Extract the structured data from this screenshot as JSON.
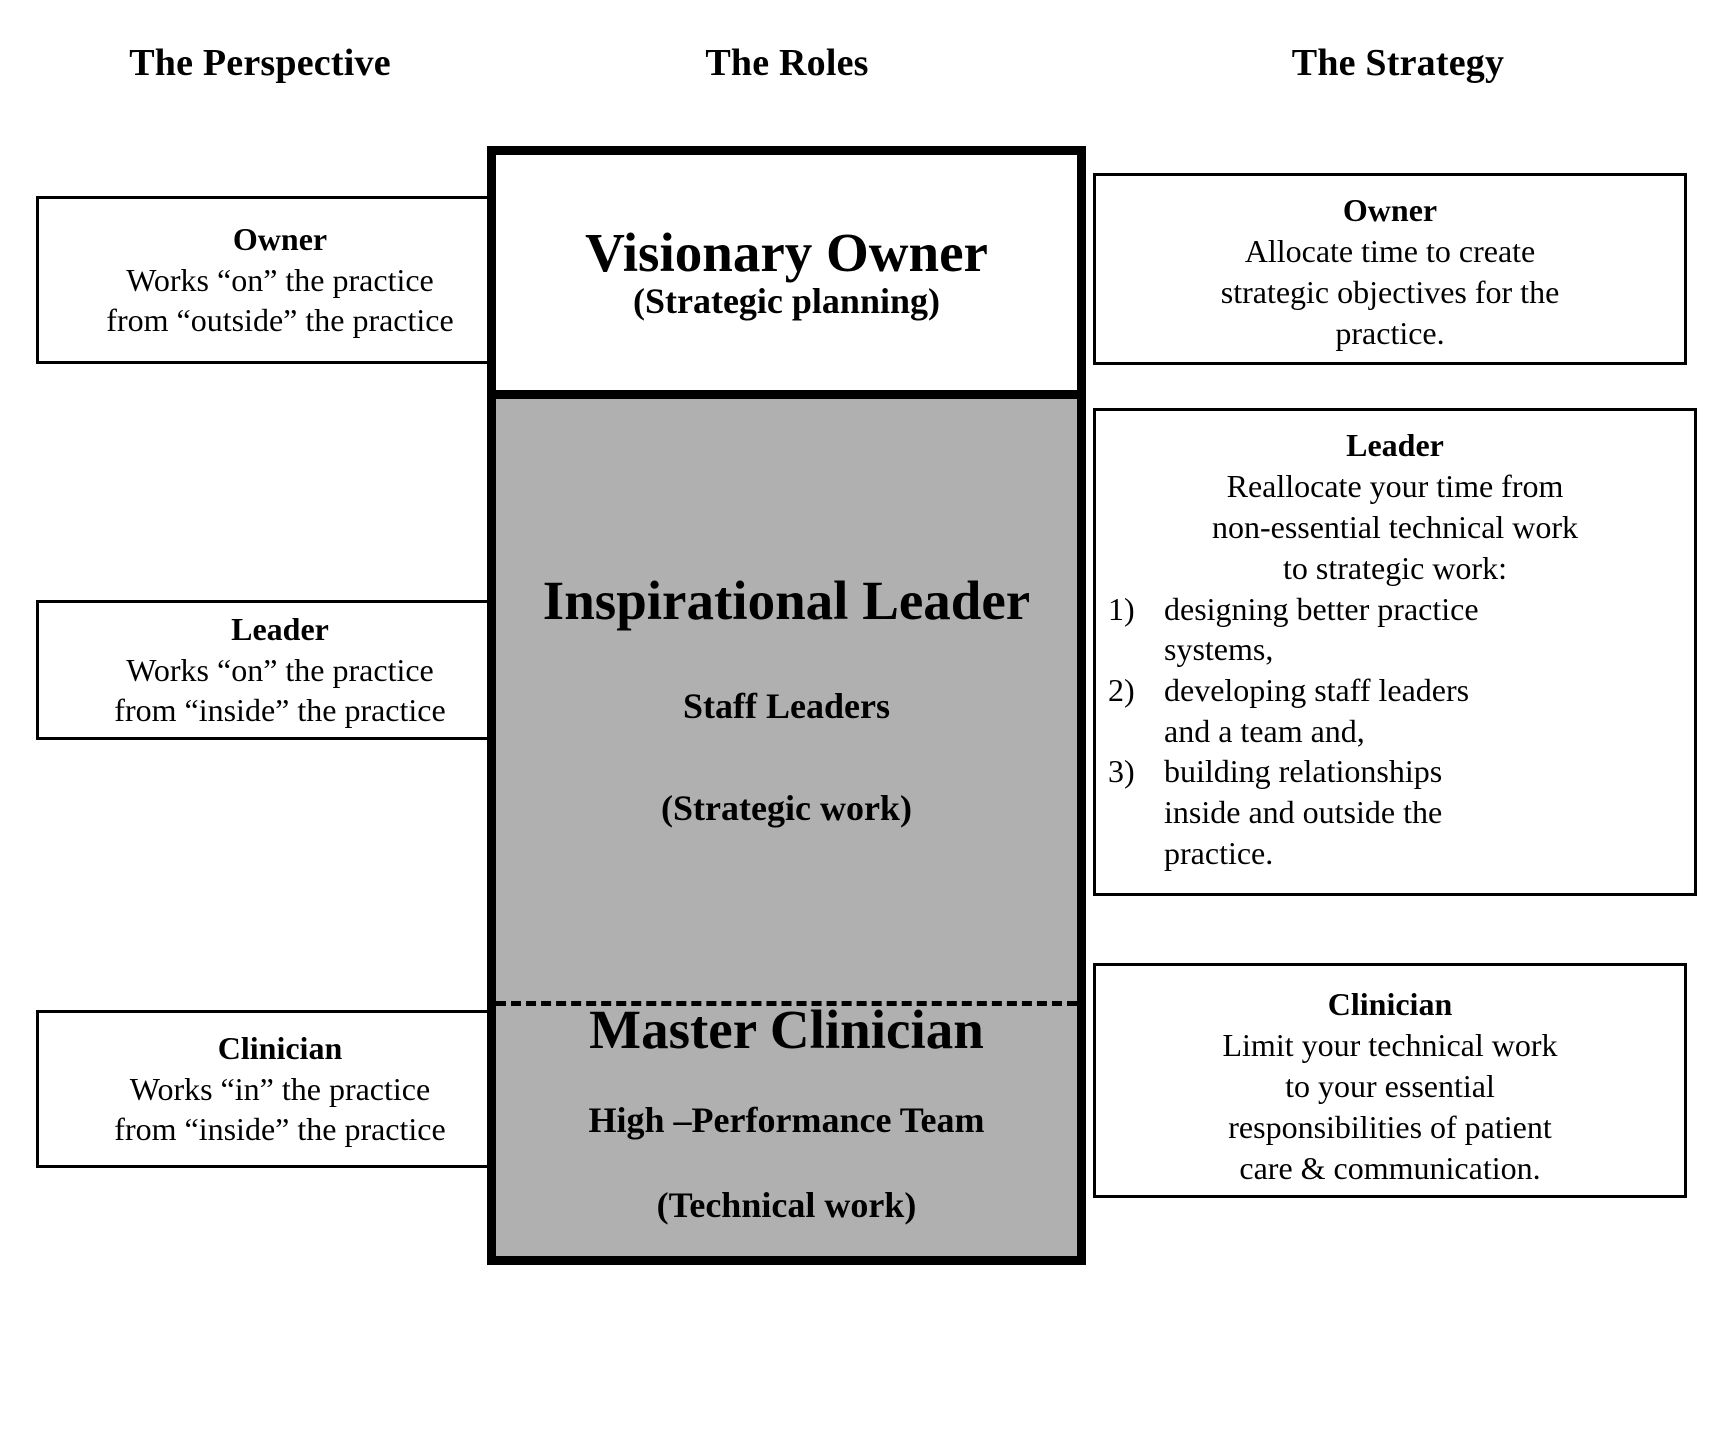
{
  "headers": {
    "perspective": "The Perspective",
    "roles": "The Roles",
    "strategy": "The Strategy"
  },
  "perspective": {
    "owner": {
      "title": "Owner",
      "line1": "Works “on” the practice",
      "line2": "from “outside” the practice"
    },
    "leader": {
      "title": "Leader",
      "line1": "Works “on” the practice",
      "line2": "from “inside” the practice"
    },
    "clinician": {
      "title": "Clinician",
      "line1": "Works “in” the practice",
      "line2": "from “inside” the practice"
    }
  },
  "roles": {
    "visionary": {
      "title": "Visionary Owner",
      "paren": "(Strategic planning)"
    },
    "inspirational": {
      "title": "Inspirational Leader",
      "subtitle": "Staff Leaders",
      "paren": "(Strategic work)"
    },
    "master": {
      "title": "Master Clinician",
      "subtitle": "High –Performance Team",
      "paren": "(Technical work)"
    }
  },
  "strategy": {
    "owner": {
      "title": "Owner",
      "line1": "Allocate time to create",
      "line2": "strategic objectives for the",
      "line3": "practice."
    },
    "leader": {
      "title": "Leader",
      "line1": "Reallocate your time from",
      "line2": "non-essential technical work",
      "line3": "to strategic work:",
      "items": [
        {
          "num": "1)",
          "line1": "designing better practice",
          "line2": "systems,"
        },
        {
          "num": "2)",
          "line1": "developing staff leaders",
          "line2": "and a team and,"
        },
        {
          "num": "3)",
          "line1": "building relationships",
          "line2": "inside and outside the"
        }
      ],
      "tail": "practice."
    },
    "clinician": {
      "title": "Clinician",
      "line1": "Limit your technical work",
      "line2": "to your essential",
      "line3": "responsibilities of patient",
      "line4": "care & communication."
    }
  },
  "colors": {
    "gray_fill": "#b0b0b0",
    "stroke": "#000000",
    "background": "#ffffff"
  }
}
